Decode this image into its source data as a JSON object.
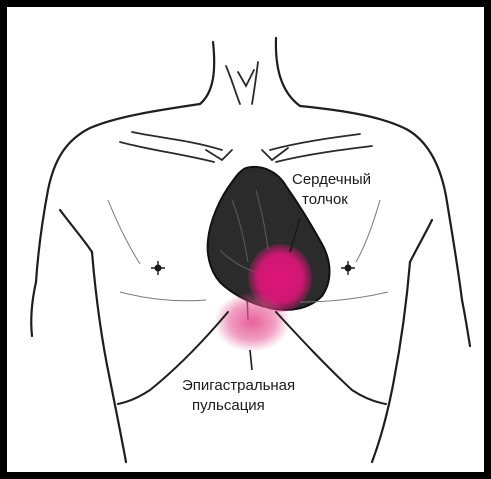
{
  "labels": {
    "cardiac_impulse_line1": "Сердечный",
    "cardiac_impulse_line2": "толчок",
    "epigastric_line1": "Эпигастральная",
    "epigastric_line2": "пульсация"
  },
  "colors": {
    "border": "#000000",
    "heart_dark": "#2b2b2b",
    "pulsation": "#e0157a",
    "epigastric": "#e4508f",
    "ink": "#1a1a1a"
  }
}
